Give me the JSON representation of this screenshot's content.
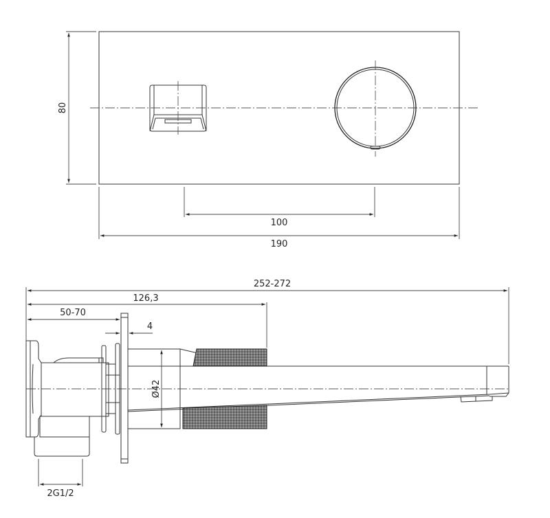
{
  "drawing": {
    "title": "Wall-mounted mixer with spout - technical dimension drawing",
    "line_color": "#333333",
    "background": "#ffffff",
    "front_view": {
      "plate_height_label": "80",
      "plate_width_label": "190",
      "spout_to_handle_label": "100",
      "components": [
        "spout-outlet",
        "round-handle",
        "cover-plate"
      ]
    },
    "side_view": {
      "total_projection_label": "252-272",
      "handle_projection_label": "126,3",
      "wall_depth_label": "50-70",
      "plate_thickness_label": "4",
      "handle_diameter_label": "Ø42",
      "connection_label": "2G1/2",
      "components": [
        "wall-box",
        "cover-plate",
        "knurled-handle",
        "spout",
        "aerator"
      ]
    }
  }
}
